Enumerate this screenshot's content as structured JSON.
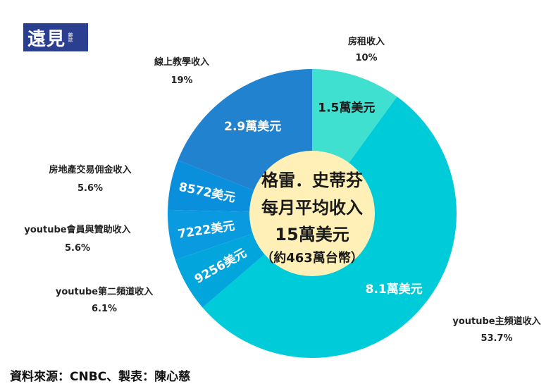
{
  "logo": {
    "main": "遠見",
    "sub": "雜誌"
  },
  "source": "資料來源：CNBC、製表：陳心慈",
  "center": {
    "line1": "格雷．史蒂芬",
    "line2": "每月平均收入",
    "line3": "15萬美元",
    "line4": "（約463萬台幣）"
  },
  "colors": {
    "rent": "#40e0d0",
    "youtube_main": "#00ccd9",
    "youtube_second": "#03a6dc",
    "membership": "#0a9ae0",
    "real_estate": "#0a8fdc",
    "online_teaching": "#2183d0",
    "center_fill": "#fff0b8"
  },
  "chart_data": {
    "type": "pie",
    "donut": true,
    "series": [
      {
        "name": "房租收入",
        "percent_label": "10%",
        "value_label": "1.5萬美元",
        "percent": 10.0,
        "color": "#40e0d0"
      },
      {
        "name": "youtube主頻道收入",
        "percent_label": "53.7%",
        "value_label": "8.1萬美元",
        "percent": 53.7,
        "color": "#00ccd9"
      },
      {
        "name": "youtube第二頻道收入",
        "percent_label": "6.1%",
        "value_label": "9256美元",
        "percent": 6.1,
        "color": "#03a6dc"
      },
      {
        "name": "youtube會員與贊助收入",
        "percent_label": "5.6%",
        "value_label": "7222美元",
        "percent": 5.6,
        "color": "#0a9ae0"
      },
      {
        "name": "房地產交易佣金收入",
        "percent_label": "5.6%",
        "value_label": "8572美元",
        "percent": 5.6,
        "color": "#0a8fdc"
      },
      {
        "name": "線上教學收入",
        "percent_label": "19%",
        "value_label": "2.9萬美元",
        "percent": 19.0,
        "color": "#2183d0"
      }
    ]
  }
}
